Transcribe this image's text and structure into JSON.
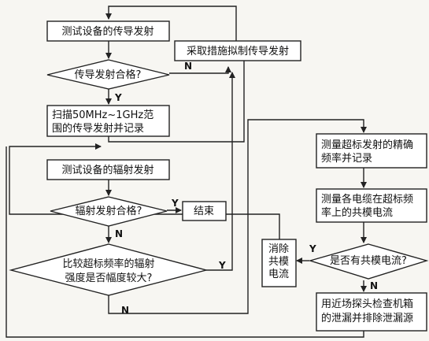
{
  "nodes": {
    "test_conducted": "测试设备的传导发射",
    "conducted_pass": "传导发射合格?",
    "scan_line1": "扫描50MHz~1GHz范",
    "scan_line2": "围的传导发射并记录",
    "test_radiated": "测试设备的辐射发射",
    "radiated_pass": "辐射发射合格?",
    "end": "结束",
    "compare_line1": "比较超标频率的辐射",
    "compare_line2": "强度是否幅度较大?",
    "suppress": "采取措施拟制传导发射",
    "measure_freq_line1": "测量超标发射的精确",
    "measure_freq_line2": "频率并记录",
    "measure_cm_line1": "测量各电缆在超标频",
    "measure_cm_line2": "率上的共模电流",
    "has_cm": "是否有共模电流?",
    "eliminate_line1": "消除",
    "eliminate_line2": "共模",
    "eliminate_line3": "电流",
    "probe_line1": "用近场探头检查机箱",
    "probe_line2": "的泄漏并排除泄漏源"
  },
  "labels": {
    "yes": "Y",
    "no": "N"
  }
}
